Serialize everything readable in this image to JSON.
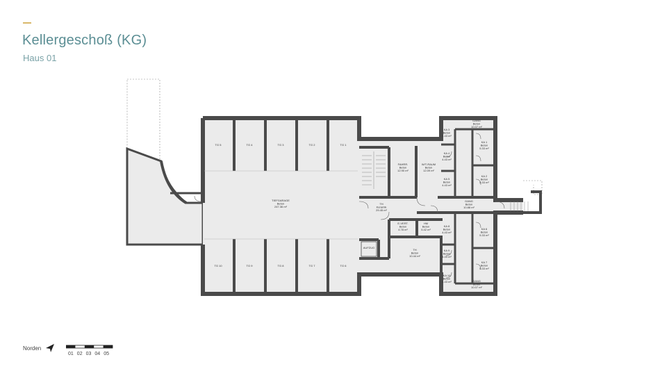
{
  "header": {
    "title": "Kellergeschoß (KG)",
    "subtitle": "Haus 01",
    "accent_color": "#d9b86a"
  },
  "colors": {
    "wall": "#4a4a4a",
    "floor": "#ebebeb",
    "title": "#5b8e94"
  },
  "rooms": {
    "tg5": "TG 5",
    "tg4": "TG 4",
    "tg3": "TG 3",
    "tg2": "TG 2",
    "tg1": "TG 1",
    "tg10": "TG 10",
    "tg9": "TG 9",
    "tg8": "TG 8",
    "tg7": "TG 7",
    "tg6": "TG 6",
    "tiefgarage": [
      "TIEFGARAGE",
      "Beton",
      "247.36 m²"
    ],
    "fahrr": [
      "FAHRR.",
      "Beton",
      "12.90 m²"
    ],
    "wtraum": [
      "W/T-RAUM",
      "Beton",
      "12.09 m²"
    ],
    "tr_upper": [
      "TH",
      "Keramik",
      "29.45 m²"
    ],
    "everst": [
      "E-VERT.",
      "Beton",
      "4.78 m²"
    ],
    "hm": [
      "HM",
      "Beton",
      "5.42 m²"
    ],
    "aufzug": "AUFZUG",
    "tr_lower": [
      "TH",
      "Beton",
      "10.44 m²"
    ],
    "gang_mid": [
      "GANG",
      "Beton",
      "10.88 m²"
    ],
    "gang_top": [
      "GANG",
      "Beton",
      "10.07 m²"
    ],
    "gang_bottom": [
      "GANG",
      "Beton",
      "10.07 m²"
    ],
    "ka3": [
      "KA 3",
      "Beton",
      "4.43 m²"
    ],
    "ka4": [
      "KA 4",
      "Beton",
      "4.43 m²"
    ],
    "ka5": [
      "KA 5",
      "Beton",
      "4.43 m²"
    ],
    "ka1": [
      "KA 1",
      "Beton",
      "5.33 m²"
    ],
    "ka2": [
      "KA 2",
      "Beton",
      "5.33 m²"
    ],
    "ka8": [
      "KA 8",
      "Beton",
      "4.43 m²"
    ],
    "ka9": [
      "KA 9",
      "Beton",
      "4.43 m²"
    ],
    "ka10": [
      "KA 10",
      "Beton",
      "4.43 m²"
    ],
    "ka6": [
      "KA 6",
      "Beton",
      "5.33 m²"
    ],
    "ka7": [
      "KA 7",
      "Beton",
      "5.33 m²"
    ]
  },
  "legend": {
    "north_label": "Norden",
    "scale_labels": [
      "01",
      "02",
      "03",
      "04",
      "05"
    ]
  }
}
